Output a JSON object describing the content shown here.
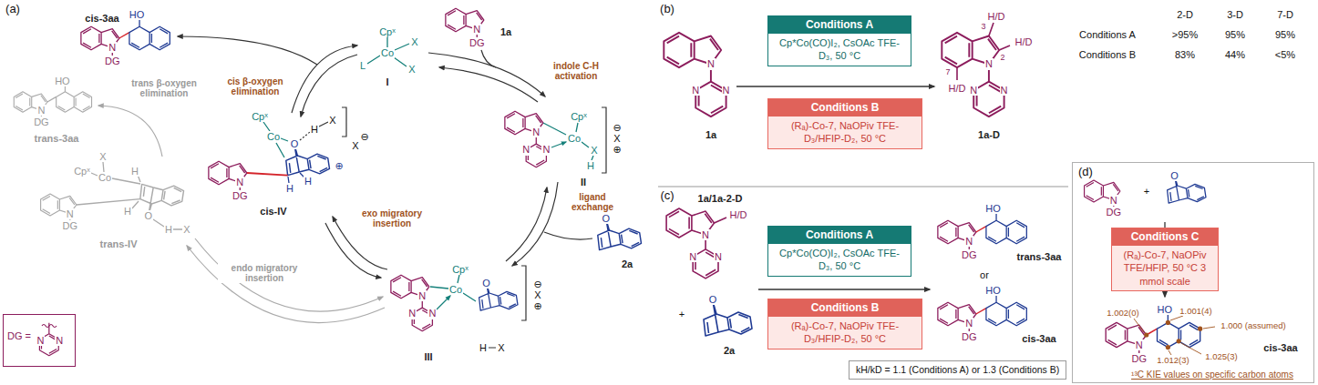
{
  "diagram": {
    "nodes": [
      {
        "text": [
          "DG =",
          "N",
          "N"
        ]
      },
      {
        "text": [
          "Conditions A",
          "Cp*Co(CO)I₂, CsOAc TFE-D₃, 50 °C"
        ]
      },
      {
        "text": [
          "Conditions B",
          "(Rₐ)-Co-7, NaOPiv TFE-D₃/HFIP-D₂, 50 °C"
        ]
      },
      {
        "text": [
          "Conditions A",
          "Cp*Co(CO)I₂, CsOAc TFE-D₃, 50 °C"
        ]
      },
      {
        "text": [
          "Conditions B",
          "(Rₐ)-Co-7, NaOPiv TFE-D₃/HFIP-D₂, 50 °C"
        ]
      },
      {
        "text": [
          "kH/kD = 1.1 (Conditions A) or 1.3 (Conditions B)"
        ]
      },
      {
        "text": [
          "(d)"
        ]
      },
      {
        "text": [
          "Conditions C",
          "(Rₐ)-Co-7, NaOPiv TFE/HFIP, 50 °C 3 mmol scale"
        ],
        "in": 6
      }
    ],
    "labels": [
      "(a)",
      "HO",
      "N",
      "DG",
      "cis-3aa",
      "HO",
      "N",
      "DG",
      "trans-3aa",
      "trans β-oxygen elimination",
      "cis β-oxygen elimination",
      "Cpˣ",
      "L",
      "Co",
      "X",
      "X",
      "I",
      "indole C-H activation",
      "N",
      "DG",
      "1a",
      "N",
      "N",
      "N",
      "Co",
      "Cpˣ",
      "X",
      "H",
      "⊖",
      "X",
      "⊕",
      "II",
      "ligand exchange",
      "O",
      "2a",
      "N",
      "N",
      "N",
      "Co",
      "Cpˣ",
      "O",
      "⊖",
      "X",
      "⊕",
      "H",
      "X",
      "III",
      "Cpˣ",
      "Co",
      "O",
      "H",
      "X",
      "X",
      "⊖",
      "⊕",
      "H",
      "H",
      "N",
      "DG",
      "cis-IV",
      "X",
      "Cpˣ",
      "Co",
      "N",
      "DG",
      "H",
      "H",
      "O",
      "H",
      "X",
      "trans-IV",
      "exo migratory insertion",
      "endo migratory insertion",
      "(b)",
      "N",
      "N",
      "N",
      "1a",
      "3",
      "H/D",
      "2",
      "H/D",
      "7",
      "H/D",
      "N",
      "N",
      "N",
      "1a-D",
      "2-D",
      "3-D",
      "7-D",
      "Conditions A",
      ">95%",
      "95%",
      "95%",
      "Conditions B",
      "83%",
      "44%",
      "<5%",
      "(c)",
      "1a/1a-2-D",
      "H/D",
      "N",
      "N",
      "N",
      "+",
      "O",
      "2a",
      "or",
      "HO",
      "N",
      "DG",
      "trans-3aa",
      "HO",
      "N",
      "DG",
      "cis-3aa",
      "N",
      "DG",
      "+",
      "O",
      "HO",
      "N",
      "DG",
      "cis-3aa",
      "1.002(0)",
      "1.001(4)",
      "1.000 (assumed)",
      "1.012(3)",
      "1.025(3)",
      "¹³C KIE values on specific carbon atoms"
    ]
  }
}
